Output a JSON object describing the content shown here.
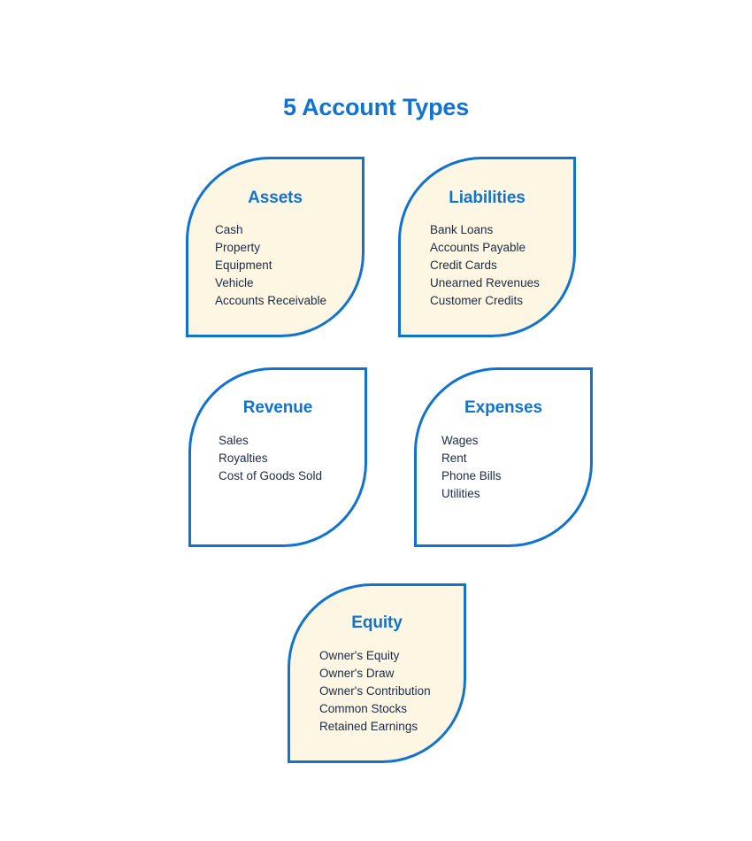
{
  "page": {
    "title": "5 Account Types",
    "background_color": "#FFFFFF"
  },
  "theme": {
    "accent_blue": "#1273CE",
    "cream_fill": "#FDF6E3",
    "plain_fill": "#FFFFFF",
    "body_text": "#1A2B47"
  },
  "cards": [
    {
      "id": "assets",
      "title": "Assets",
      "fill": "cream",
      "items": [
        "Cash",
        "Property",
        "Equipment",
        "Vehicle",
        "Accounts Receivable"
      ]
    },
    {
      "id": "liabilities",
      "title": "Liabilities",
      "fill": "cream",
      "items": [
        "Bank Loans",
        "Accounts Payable",
        "Credit Cards",
        "Unearned Revenues",
        "Customer Credits"
      ]
    },
    {
      "id": "revenue",
      "title": "Revenue",
      "fill": "plain",
      "items": [
        "Sales",
        "Royalties",
        "Cost of Goods Sold"
      ]
    },
    {
      "id": "expenses",
      "title": "Expenses",
      "fill": "plain",
      "items": [
        "Wages",
        "Rent",
        "Phone Bills",
        "Utilities"
      ]
    },
    {
      "id": "equity",
      "title": "Equity",
      "fill": "cream",
      "items": [
        "Owner's Equity",
        "Owner's Draw",
        "Owner's Contribution",
        "Common Stocks",
        "Retained Earnings"
      ]
    }
  ]
}
